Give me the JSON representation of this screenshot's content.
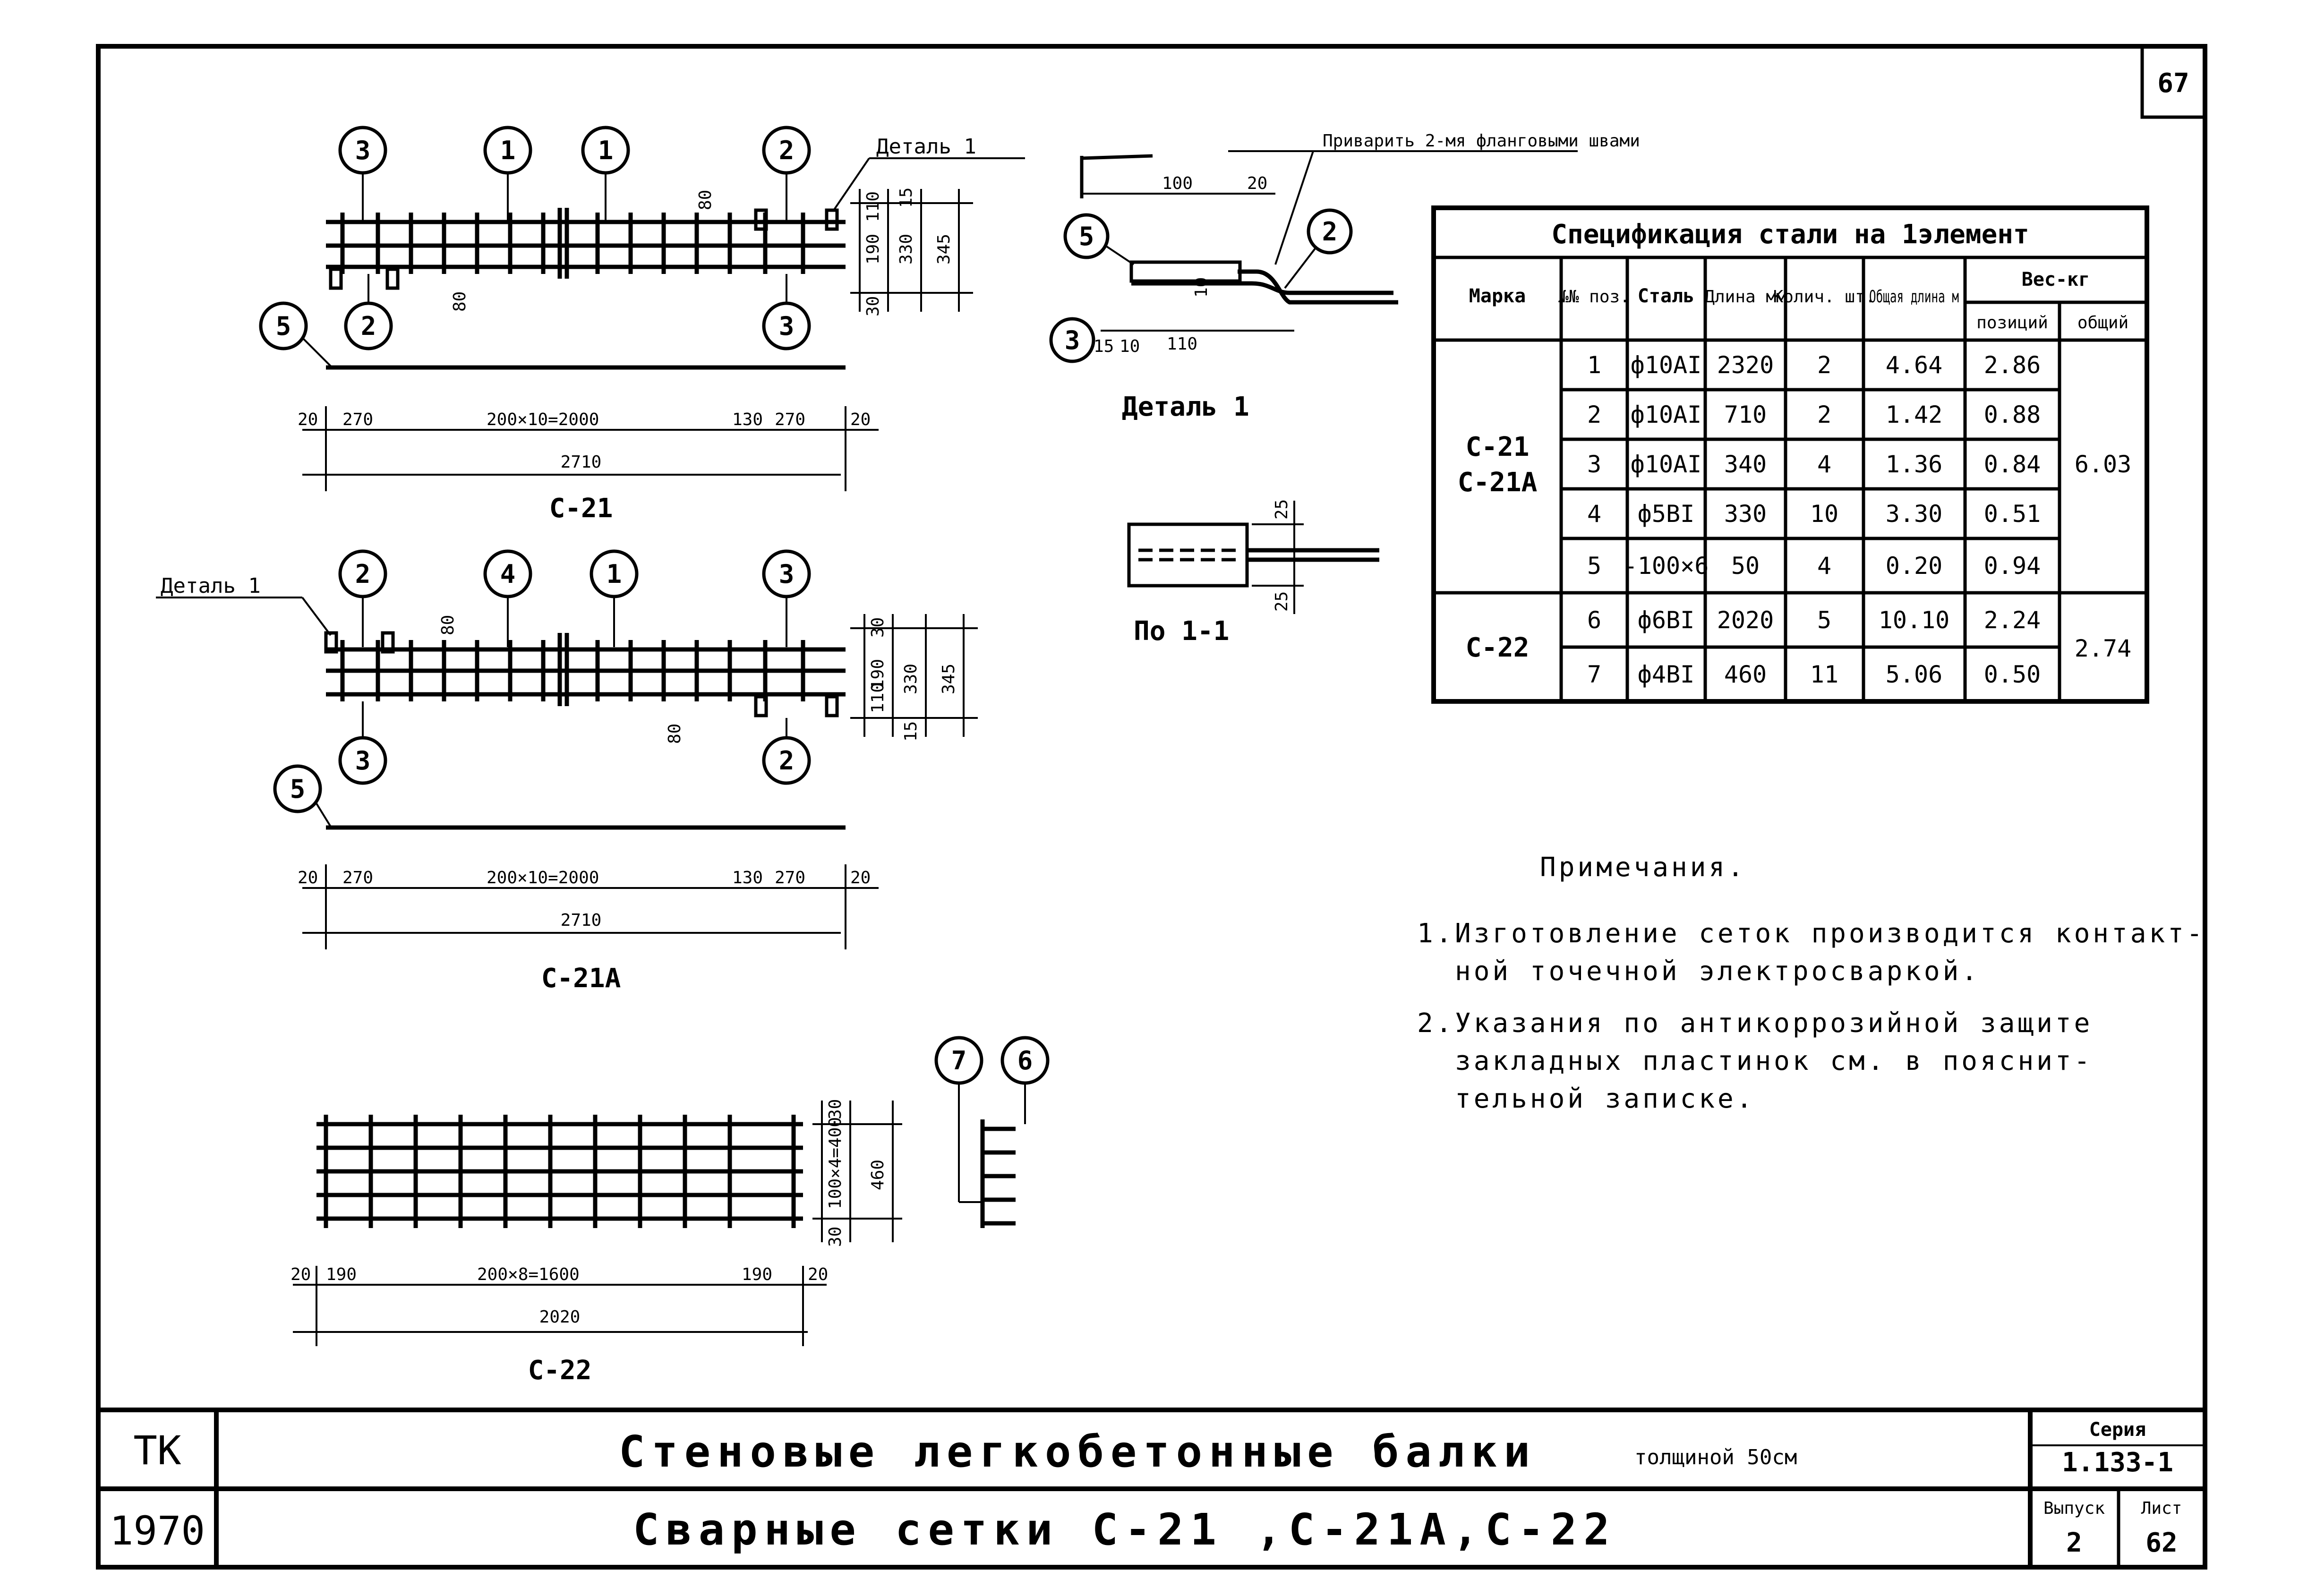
{
  "sheet_number": "67",
  "drawings": {
    "c21": {
      "label": "С-21",
      "bubbles_top": [
        "3",
        "1",
        "1",
        "2"
      ],
      "bubbles_bottom": [
        "2",
        "3"
      ],
      "bubble_left": "5",
      "detail_ref": "Деталь 1",
      "dims_bottom": [
        "20",
        "270",
        "200×10=2000",
        "130",
        "270",
        "20"
      ],
      "dim_total": "2710",
      "dims_right": [
        "30",
        "190",
        "110",
        "15",
        "330",
        "345"
      ],
      "dim_inner": "80",
      "dim_inner2": "80"
    },
    "c21a": {
      "label": "С-21А",
      "detail_ref": "Деталь 1",
      "bubbles_top": [
        "2",
        "4",
        "1",
        "3"
      ],
      "bubbles_bottom": [
        "3",
        "2"
      ],
      "bubble_left": "5",
      "dims_bottom": [
        "20",
        "270",
        "200×10=2000",
        "130",
        "270",
        "20"
      ],
      "dim_total": "2710",
      "dims_right": [
        "30",
        "190",
        "110",
        "15",
        "330",
        "345"
      ],
      "dim_inner": "80",
      "dim_inner2": "80"
    },
    "c22": {
      "label": "С-22",
      "bubbles": [
        "7",
        "6"
      ],
      "dims_bottom": [
        "20",
        "190",
        "200×8=1600",
        "190",
        "20"
      ],
      "dim_total": "2020",
      "dims_right": [
        "30",
        "100×4=400",
        "30",
        "460"
      ]
    },
    "detail1": {
      "label": "Деталь 1",
      "note": "Приварить 2-мя фланговыми швами",
      "bubbles": [
        "5",
        "2",
        "3"
      ],
      "dims": [
        "100",
        "20",
        "10",
        "110",
        "15",
        "10"
      ]
    },
    "section": {
      "label": "По 1-1",
      "dims": [
        "25",
        "25"
      ]
    }
  },
  "spec_table": {
    "title": "Спецификация стали на 1элемент",
    "headers": {
      "mark": "Марка",
      "pos": "№№ поз.",
      "steel": "Сталь",
      "length": "Длина мм",
      "qty": "Колич. шт.",
      "total_length": "Общая длина м",
      "weight": "Вес-кг",
      "weight_pos": "позиций",
      "weight_total": "общий"
    },
    "groups": [
      {
        "mark": [
          "С-21",
          "С-21А"
        ],
        "total": "6.03",
        "rows": [
          {
            "pos": "1",
            "steel": "ф10АI",
            "length": "2320",
            "qty": "2",
            "total_length": "4.64",
            "weight": "2.86"
          },
          {
            "pos": "2",
            "steel": "ф10АI",
            "length": "710",
            "qty": "2",
            "total_length": "1.42",
            "weight": "0.88"
          },
          {
            "pos": "3",
            "steel": "ф10АI",
            "length": "340",
            "qty": "4",
            "total_length": "1.36",
            "weight": "0.84"
          },
          {
            "pos": "4",
            "steel": "ф5ВI",
            "length": "330",
            "qty": "10",
            "total_length": "3.30",
            "weight": "0.51"
          },
          {
            "pos": "5",
            "steel": "-100×6",
            "length": "50",
            "qty": "4",
            "total_length": "0.20",
            "weight": "0.94"
          }
        ]
      },
      {
        "mark": [
          "С-22"
        ],
        "total": "2.74",
        "rows": [
          {
            "pos": "6",
            "steel": "ф6ВI",
            "length": "2020",
            "qty": "5",
            "total_length": "10.10",
            "weight": "2.24"
          },
          {
            "pos": "7",
            "steel": "ф4ВI",
            "length": "460",
            "qty": "11",
            "total_length": "5.06",
            "weight": "0.50"
          }
        ]
      }
    ]
  },
  "notes": {
    "heading": "Примечания.",
    "items": [
      {
        "n": "1.",
        "lines": [
          "Изготовление сеток производится контакт-",
          "ной точечной электросваркой."
        ]
      },
      {
        "n": "2.",
        "lines": [
          "Указания по антикоррозийной защите",
          "закладных пластинок см. в пояснит-",
          "тельной записке."
        ]
      }
    ]
  },
  "title_block": {
    "tk": "ТК",
    "year": "1970",
    "title_main": "Стеновые легкобетонные балки",
    "title_main_suffix": "толщиной 50см",
    "title_sub": "Сварные сетки С-21 ,С-21А,С-22",
    "series_label": "Серия",
    "series_value": "1.133-1",
    "issue_label": "Выпуск",
    "issue_value": "2",
    "sheet_label": "Лист",
    "sheet_value": "62"
  }
}
